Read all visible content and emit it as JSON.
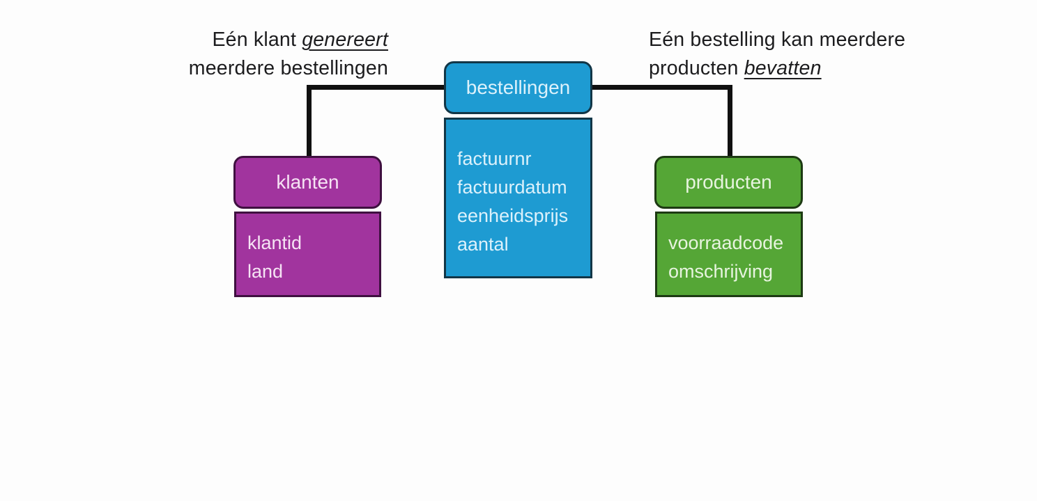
{
  "annotations": {
    "left": {
      "line1_prefix": "Eén klant ",
      "line1_emphasis": "genereert",
      "line2": "meerdere bestellingen"
    },
    "right": {
      "line1": "Eén bestelling kan meerdere",
      "line2_prefix": "producten ",
      "line2_emphasis": "bevatten"
    }
  },
  "entities": [
    {
      "title": "klanten",
      "fields": [
        "klantid",
        "land"
      ],
      "fill": "#a1349e",
      "border": "#3f1040",
      "text_color": "#f6e3f4"
    },
    {
      "title": "bestellingen",
      "fields": [
        "factuurnr",
        "factuurdatum",
        "eenheidsprijs",
        "aantal"
      ],
      "fill": "#1e9bd2",
      "border": "#123647",
      "text_color": "#dcf1fb"
    },
    {
      "title": "producten",
      "fields": [
        "voorraadcode",
        "omschrijving"
      ],
      "fill": "#55a636",
      "border": "#1d3a13",
      "text_color": "#e7f4df"
    }
  ],
  "connector_color": "#101010",
  "background": "#fdfdfd"
}
